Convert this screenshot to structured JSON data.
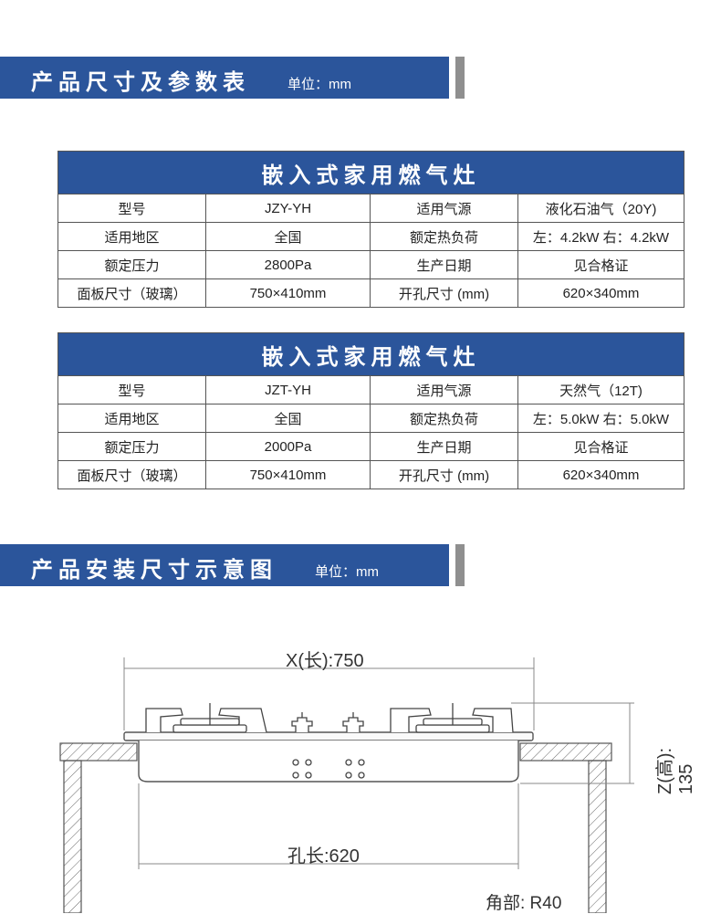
{
  "section1": {
    "title": "产品尺寸及参数表",
    "unit": "单位：mm"
  },
  "tables": [
    {
      "title": "嵌入式家用燃气灶",
      "rows": [
        [
          "型号",
          "JZY-YH",
          "适用气源",
          "液化石油气（20Y)"
        ],
        [
          "适用地区",
          "全国",
          "额定热负荷",
          "左：4.2kW  右：4.2kW"
        ],
        [
          "额定压力",
          "2800Pa",
          "生产日期",
          "见合格证"
        ],
        [
          "面板尺寸（玻璃）",
          "750×410mm",
          "开孔尺寸 (mm)",
          "620×340mm"
        ]
      ]
    },
    {
      "title": "嵌入式家用燃气灶",
      "rows": [
        [
          "型号",
          "JZT-YH",
          "适用气源",
          "天然气（12T)"
        ],
        [
          "适用地区",
          "全国",
          "额定热负荷",
          "左：5.0kW  右：5.0kW"
        ],
        [
          "额定压力",
          "2000Pa",
          "生产日期",
          "见合格证"
        ],
        [
          "面板尺寸（玻璃）",
          "750×410mm",
          "开孔尺寸 (mm)",
          "620×340mm"
        ]
      ]
    }
  ],
  "section2": {
    "title": "产品安装尺寸示意图",
    "unit": "单位：mm"
  },
  "diagram": {
    "width_label": "X(长):750",
    "height_label": "Z(高): 135",
    "hole_label": "孔长:620",
    "corner_label": "角部:  R40"
  },
  "colors": {
    "banner": "#2b559b",
    "tab": "#8f8f8f",
    "line": "#555555"
  }
}
